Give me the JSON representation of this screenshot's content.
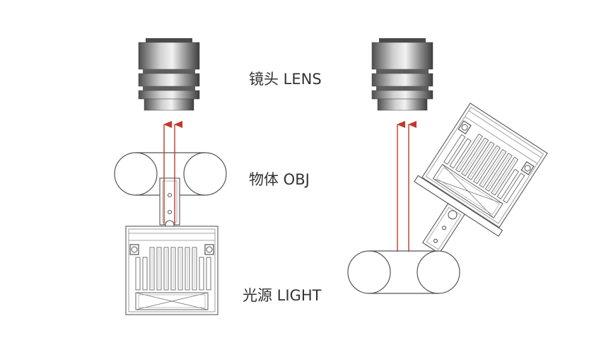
{
  "labels": {
    "lens": "镜头 LENS",
    "object": "物体 OBJ",
    "light": "光源 LIGHT"
  },
  "colors": {
    "arrow": "#c0392b",
    "line": "#555555",
    "lens_dark": "#5a5a5a",
    "lens_light": "#d8d8d8"
  },
  "icons": {
    "lens": "camera-lens-icon",
    "object": "conveyor-roller-icon",
    "light": "bar-light-icon"
  }
}
